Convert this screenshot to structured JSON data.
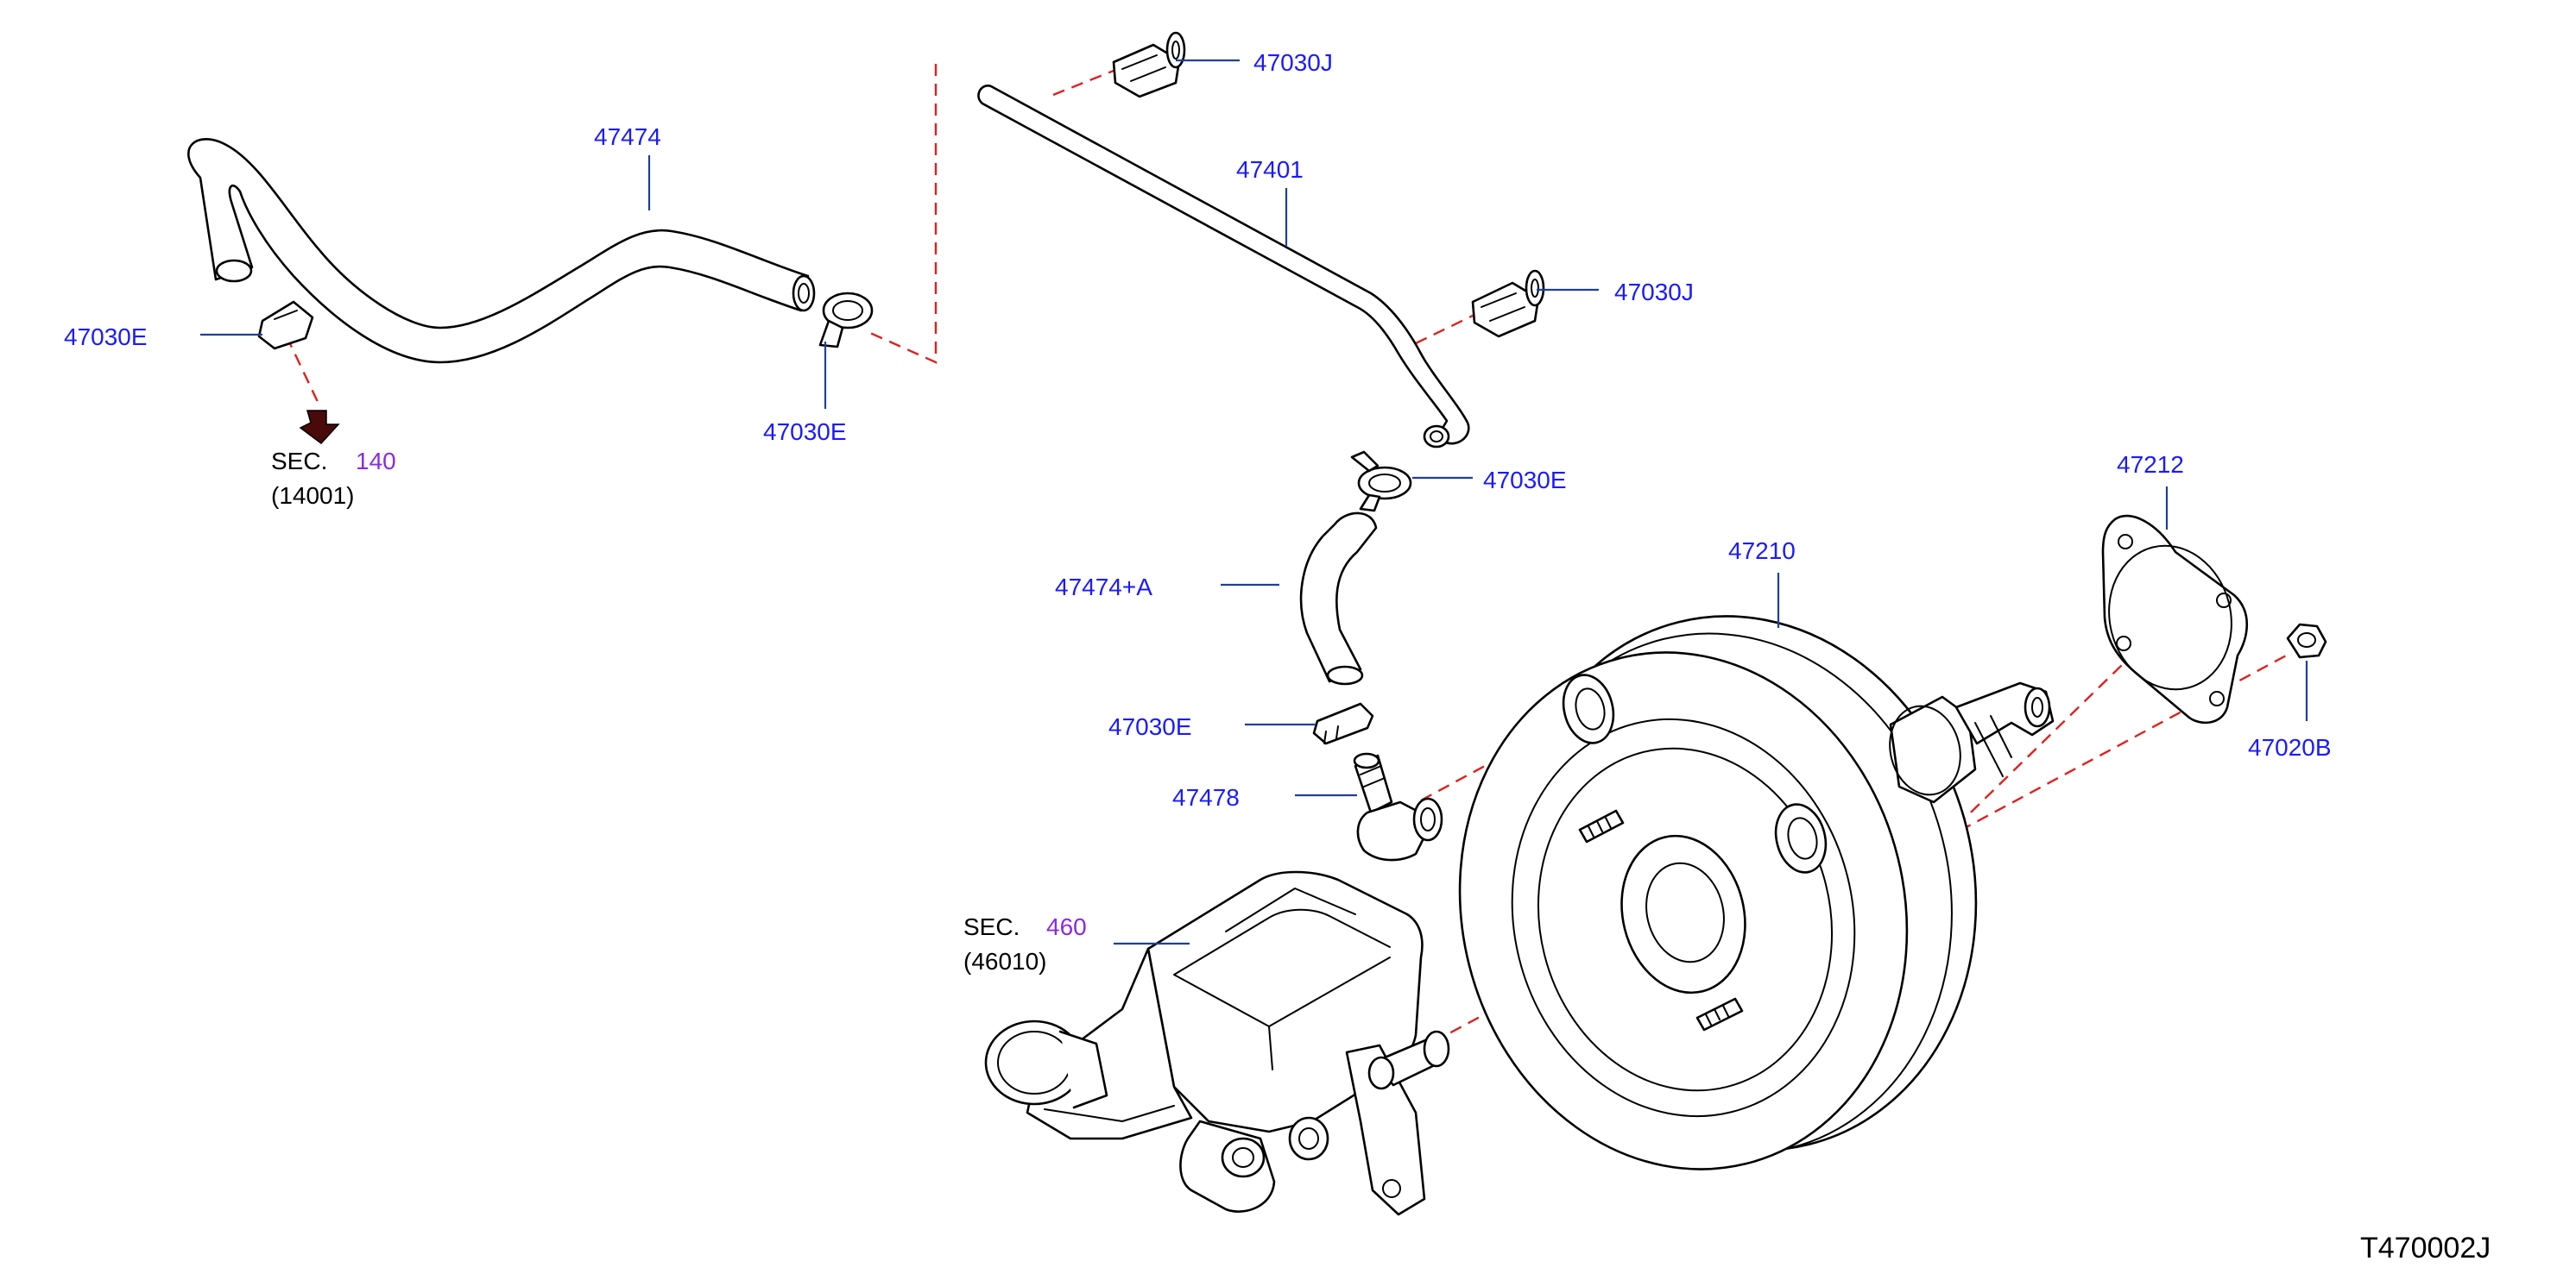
{
  "colors": {
    "part_number": "#1a1aff",
    "section_number": "#8a2be2",
    "leader": "#1f3f9f",
    "dashed_connector": "#e02020",
    "outline": "#000000"
  },
  "labels": {
    "p47474": "47474",
    "p47030E_left": "47030E",
    "p47030E_hose": "47030E",
    "p47030J_top": "47030J",
    "p47401": "47401",
    "p47030J_right": "47030J",
    "p47030E_mid": "47030E",
    "p47474A": "47474+A",
    "p47030E_clip": "47030E",
    "p47478": "47478",
    "p47210": "47210",
    "p47212": "47212",
    "p47020B": "47020B"
  },
  "sections": {
    "sec140": {
      "prefix": "SEC.",
      "number": "140",
      "ref": "(14001)"
    },
    "sec460": {
      "prefix": "SEC.",
      "number": "460",
      "ref": "(46010)"
    }
  },
  "diagram_code": "T470002J"
}
